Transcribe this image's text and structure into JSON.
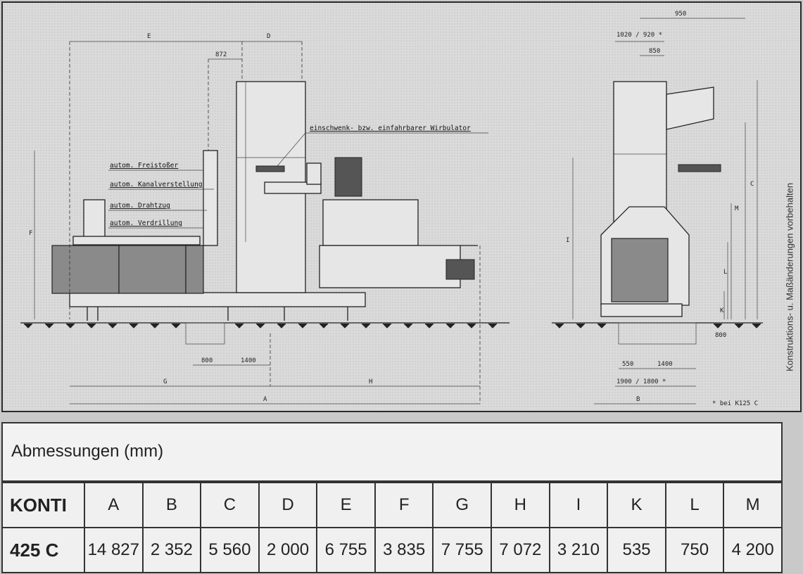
{
  "drawing": {
    "dimension_labels": {
      "E": "E",
      "D": "D",
      "v872": "872",
      "v950": "950",
      "v1020": "1020 / 920 *",
      "v850": "850",
      "v800_side": "800",
      "v1400_side": "1400",
      "G": "G",
      "H": "H",
      "A": "A",
      "v550": "550",
      "v1400_front": "1400",
      "v800_front": "800",
      "v1900": "1900 / 1800 *",
      "B": "B",
      "C": "C",
      "M": "M",
      "L": "L",
      "K": "K",
      "F": "F",
      "I": "I",
      "footnote": "* bei K125 C"
    },
    "callouts": {
      "wirbulator": "einschwenk- bzw. einfahrbarer Wirbulator",
      "freistosser": "autom. Freistoßer",
      "kanalverstellung": "autom. Kanalverstellung",
      "drahtzug": "autom. Drahtzug",
      "verdrillung": "autom. Verdrillung"
    },
    "side_note": "Konstruktions- u. Maßänderungen vorbehalten"
  },
  "table": {
    "title": "Abmessungen (mm)",
    "header": [
      "KONTI",
      "A",
      "B",
      "C",
      "D",
      "E",
      "F",
      "G",
      "H",
      "I",
      "K",
      "L",
      "M"
    ],
    "rows": [
      [
        "425 C",
        "14 827",
        "2 352",
        "5 560",
        "2 000",
        "6 755",
        "3 835",
        "7 755",
        "7 072",
        "3 210",
        "535",
        "750",
        "4 200"
      ]
    ]
  }
}
